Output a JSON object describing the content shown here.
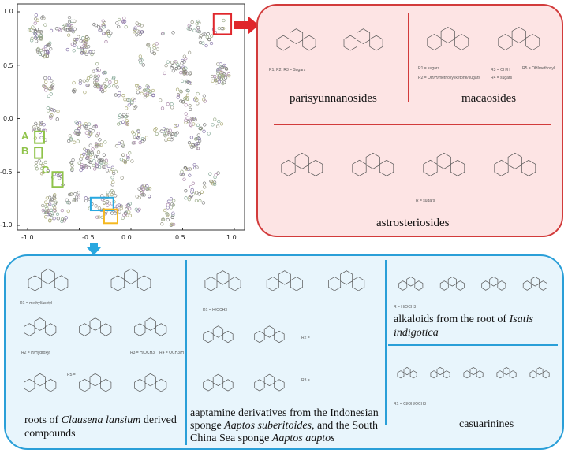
{
  "scatter": {
    "x_ticks": [
      "-1.0",
      "-0.5",
      "0.0",
      "0.5",
      "1.0"
    ],
    "y_ticks": [
      "1.0",
      "0.5",
      "0.0",
      "-0.5",
      "-1.0"
    ],
    "cluster_labels": [
      "A",
      "B",
      "C"
    ],
    "colors": {
      "red_box": "#e0262b",
      "blue_box": "#29a8e0",
      "orange_box": "#f5b820",
      "green_box": "#8fc34a"
    }
  },
  "red_panel": {
    "parisyunnanosides": {
      "title": "parisyunnanosides",
      "note": "R1, R2, R3 = Sugars"
    },
    "macaosides": {
      "title": "macaosides",
      "notes": [
        "R1 = sugars",
        "R2 = OH/H/methoxyl/ketone/sugars",
        "R3 = OH/H",
        "R4 = sugars",
        "R5 = OH/methoxyl"
      ]
    },
    "astrosteriosides": {
      "title": "astrosteriosides",
      "note": "R = sugars"
    }
  },
  "blue_panel": {
    "clausena": {
      "title_pre": "roots of ",
      "title_italic": "Clausena lansium",
      "title_post": " derived compounds",
      "notes": [
        "R1 = methyl/acetyl",
        "R2 = H/Hydroxyl",
        "R3 = H/OCH3",
        "R4 = OCH3/H",
        "R5 ="
      ]
    },
    "aaptamine": {
      "t1": "aaptamine derivatives from the Indonesian sponge ",
      "i1": "Aaptos suberitoides",
      "t2": ", and the South China Sea sponge ",
      "i2": "Aaptos aaptos",
      "notes": [
        "R1 = H/OCH3",
        "R2 =",
        "R3 ="
      ]
    },
    "isatis": {
      "t1": "alkaloids from the root of ",
      "i1": "Isatis indigotica",
      "note": "R = H/OCH3"
    },
    "casuarinines": {
      "title": "casuarinines",
      "note": "R1 = Cl/OH/OCH3"
    }
  }
}
